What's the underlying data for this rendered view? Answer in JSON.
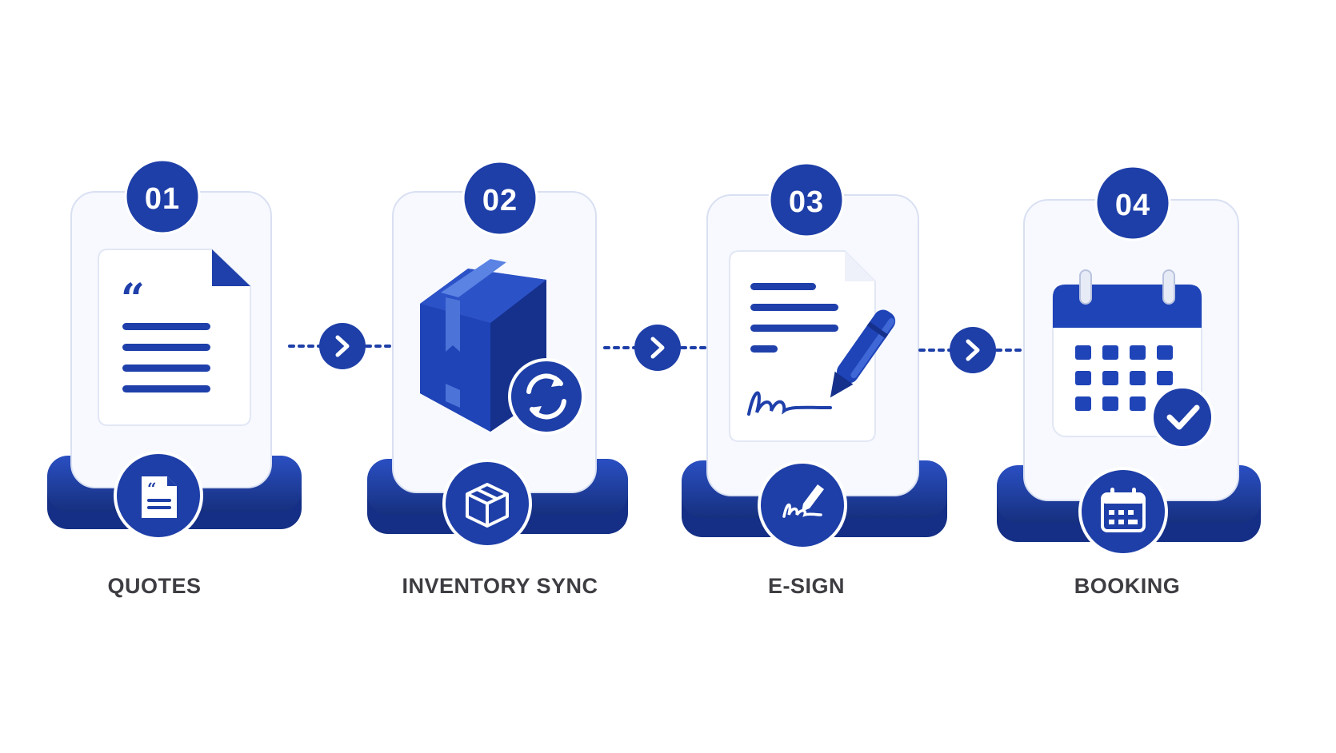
{
  "colors": {
    "primary": "#1e3fa8",
    "primary_dark": "#15308a",
    "card": "#f6f8fd",
    "label": "#3d3d42"
  },
  "steps": [
    {
      "number": "01",
      "label": "QUOTES",
      "illustration": "quote-document-icon",
      "badge_icon": "quote-file-icon"
    },
    {
      "number": "02",
      "label": "INVENTORY SYNC",
      "illustration": "package-sync-icon",
      "badge_icon": "box-icon"
    },
    {
      "number": "03",
      "label": "E-SIGN",
      "illustration": "signed-document-pen-icon",
      "badge_icon": "signature-pen-icon"
    },
    {
      "number": "04",
      "label": "BOOKING",
      "illustration": "calendar-check-icon",
      "badge_icon": "calendar-icon"
    }
  ],
  "connectors": [
    "chevron-right-icon",
    "chevron-right-icon",
    "chevron-right-icon"
  ]
}
